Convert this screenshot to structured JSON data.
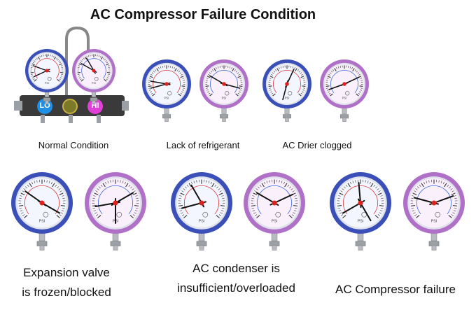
{
  "title": "AC Compressor Failure Condition",
  "manifold": {
    "lo_label": "LO",
    "hi_label": "HI"
  },
  "conditions": [
    {
      "label": "Normal Condition"
    },
    {
      "label": "Lack of refrigerant"
    },
    {
      "label": "AC Drier clogged"
    },
    {
      "label_line1": "Expansion valve",
      "label_line2": "is frozen/blocked"
    },
    {
      "label_line1": "AC condenser is",
      "label_line2": "insufficient/overloaded"
    },
    {
      "label": "AC Compressor failure"
    }
  ],
  "gauge_unit": "PSI",
  "colors": {
    "low_gauge_ring": "#3a4fb8",
    "high_gauge_ring": "#b070c8",
    "needle": "#111111",
    "hub": "#e0201c",
    "lo_badge": "#1e90e8",
    "hi_badge": "#e040d8"
  }
}
